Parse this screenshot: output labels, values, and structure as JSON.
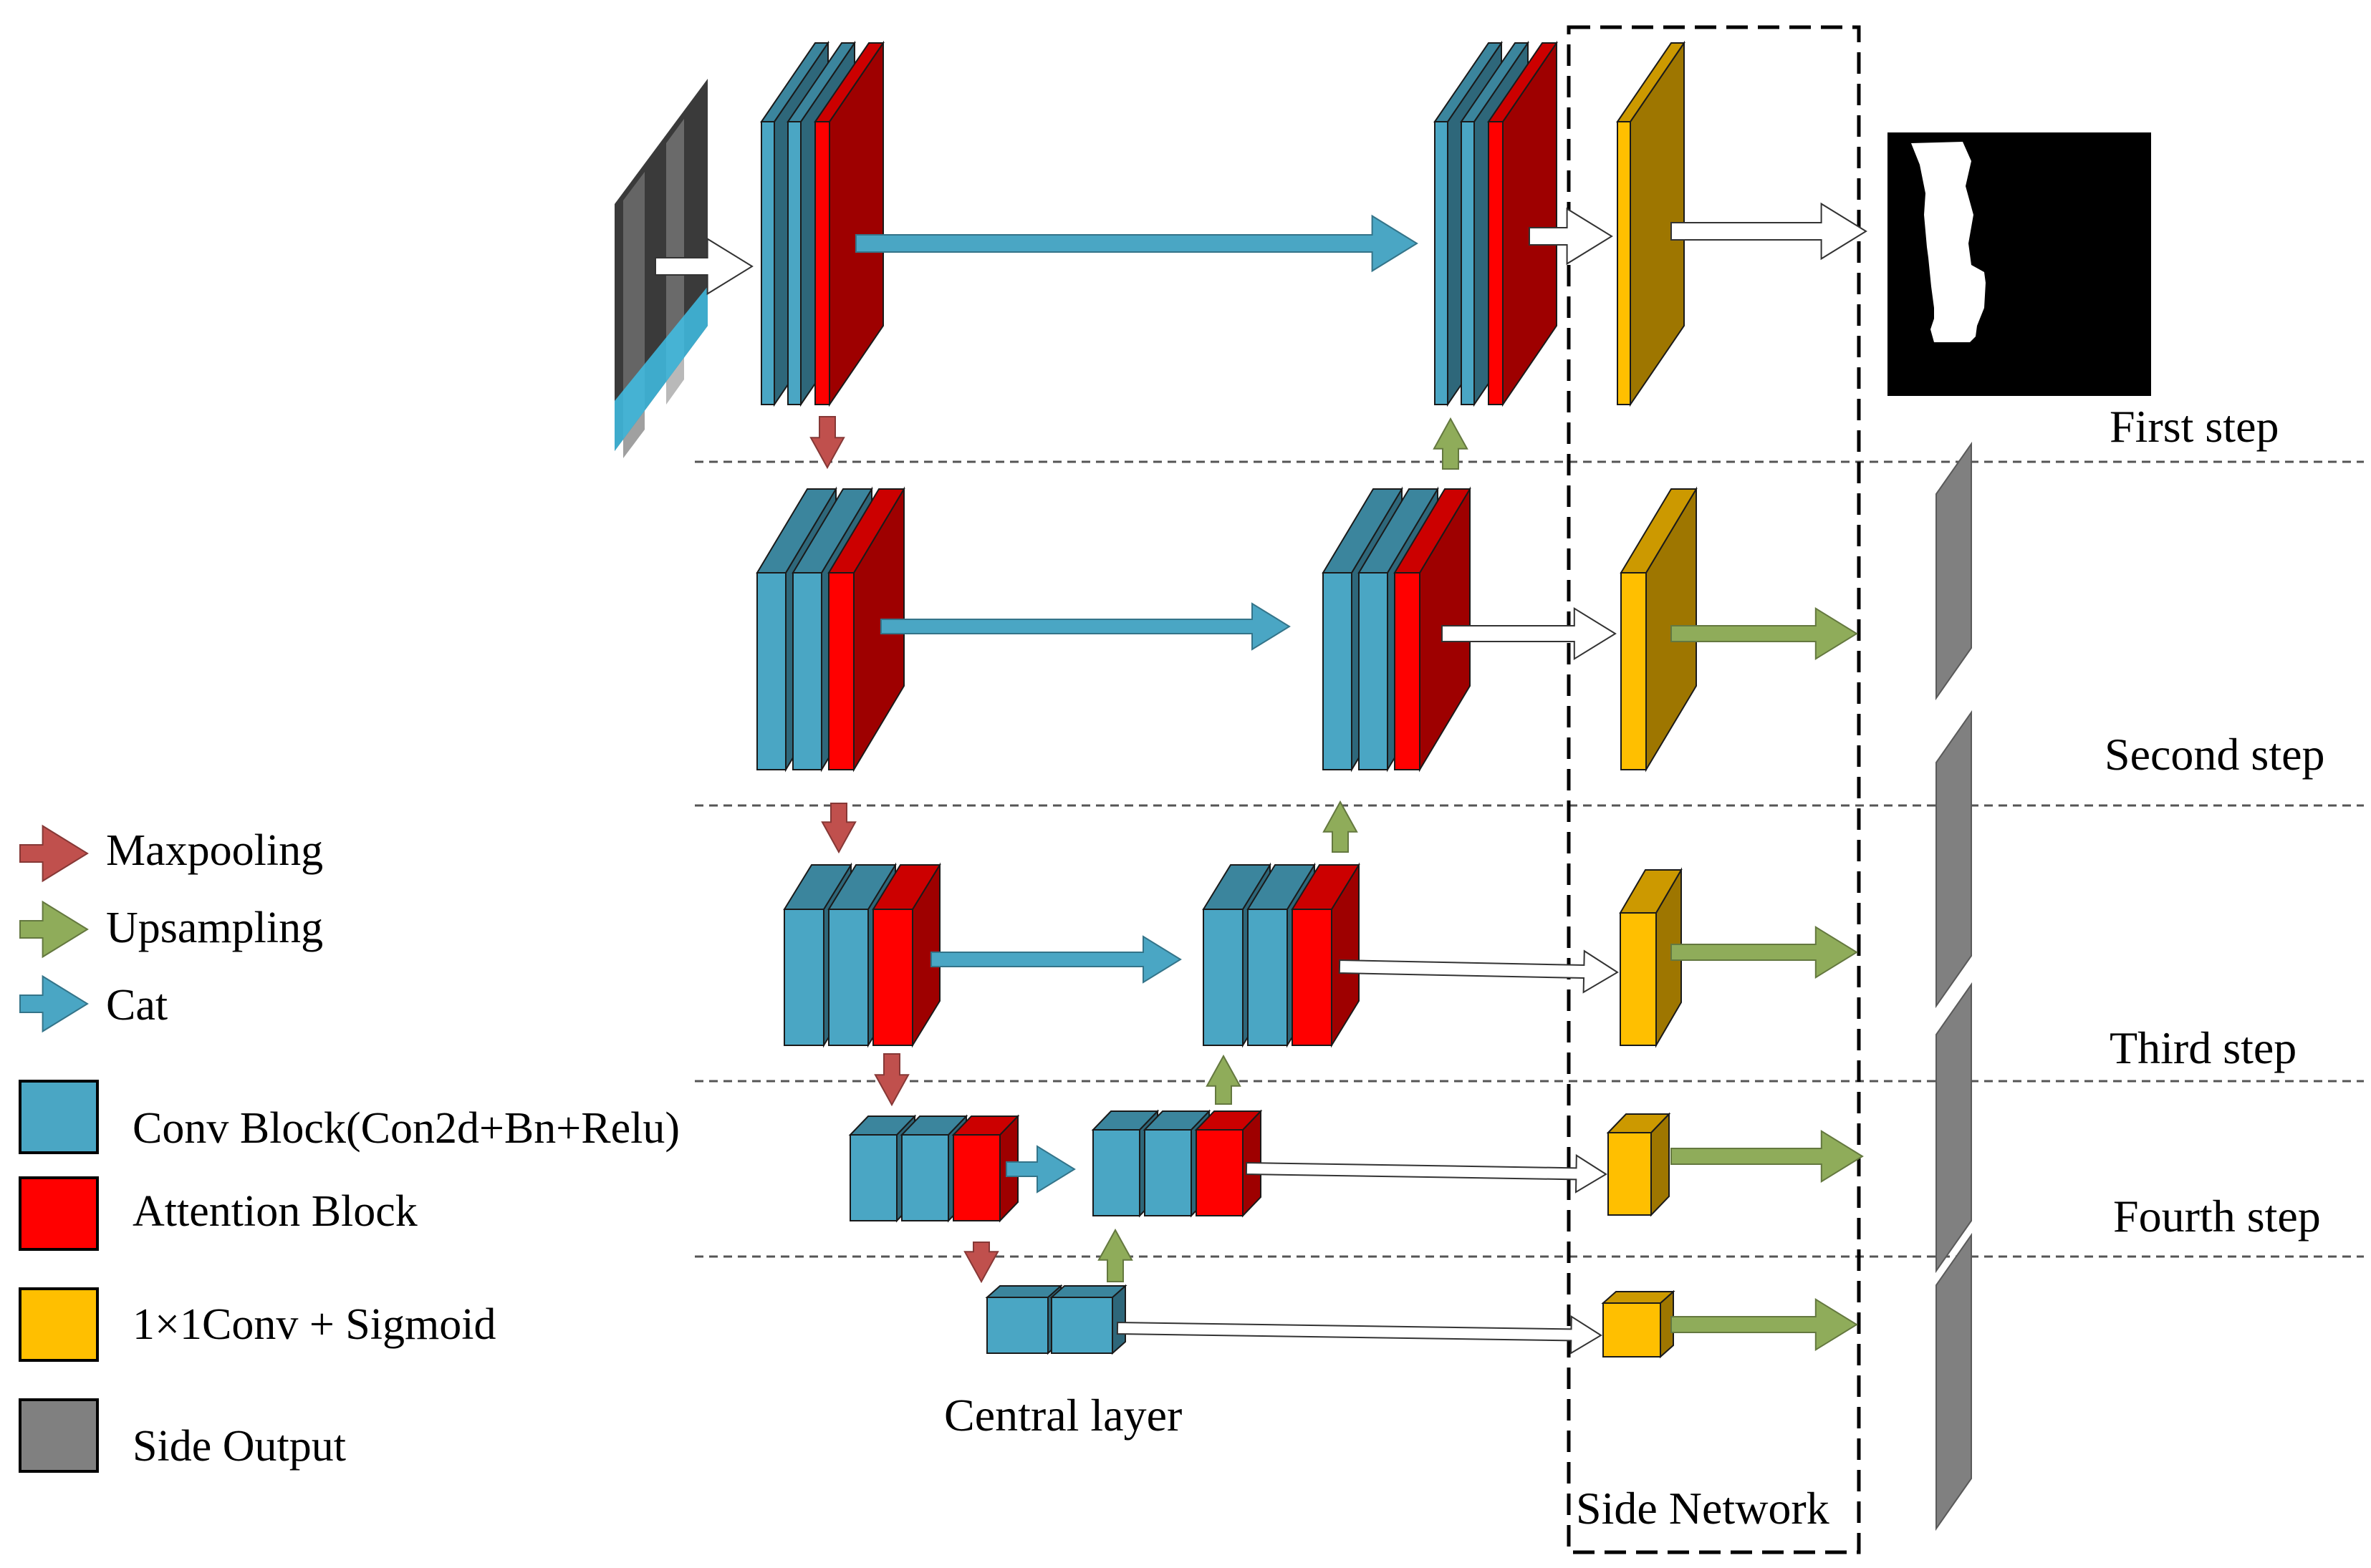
{
  "colors": {
    "conv": "#4aa6c4",
    "attention": "#ff0000",
    "sigmoid": "#ffbf00",
    "side_output": "#808080",
    "maxpool_arrow": "#c0504d",
    "upsample_arrow": "#8fac5a",
    "cat_arrow": "#4aa6c4",
    "plain_arrow": "#ffffff"
  },
  "legend": {
    "maxpooling": "Maxpooling",
    "upsampling": "Upsampling",
    "cat": "Cat",
    "conv_block": "Conv Block(Con2d+Bn+Relu)",
    "attention_block": "Attention Block",
    "sigmoid": "1×1Conv + Sigmoid",
    "side_output": "Side Output"
  },
  "steps": {
    "first": "First step",
    "second": "Second step",
    "third": "Third step",
    "fourth": "Fourth step"
  },
  "labels": {
    "central_layer": "Central layer",
    "side_network": "Side Network"
  },
  "images": {
    "input": "input image",
    "output": "segmentation mask"
  }
}
